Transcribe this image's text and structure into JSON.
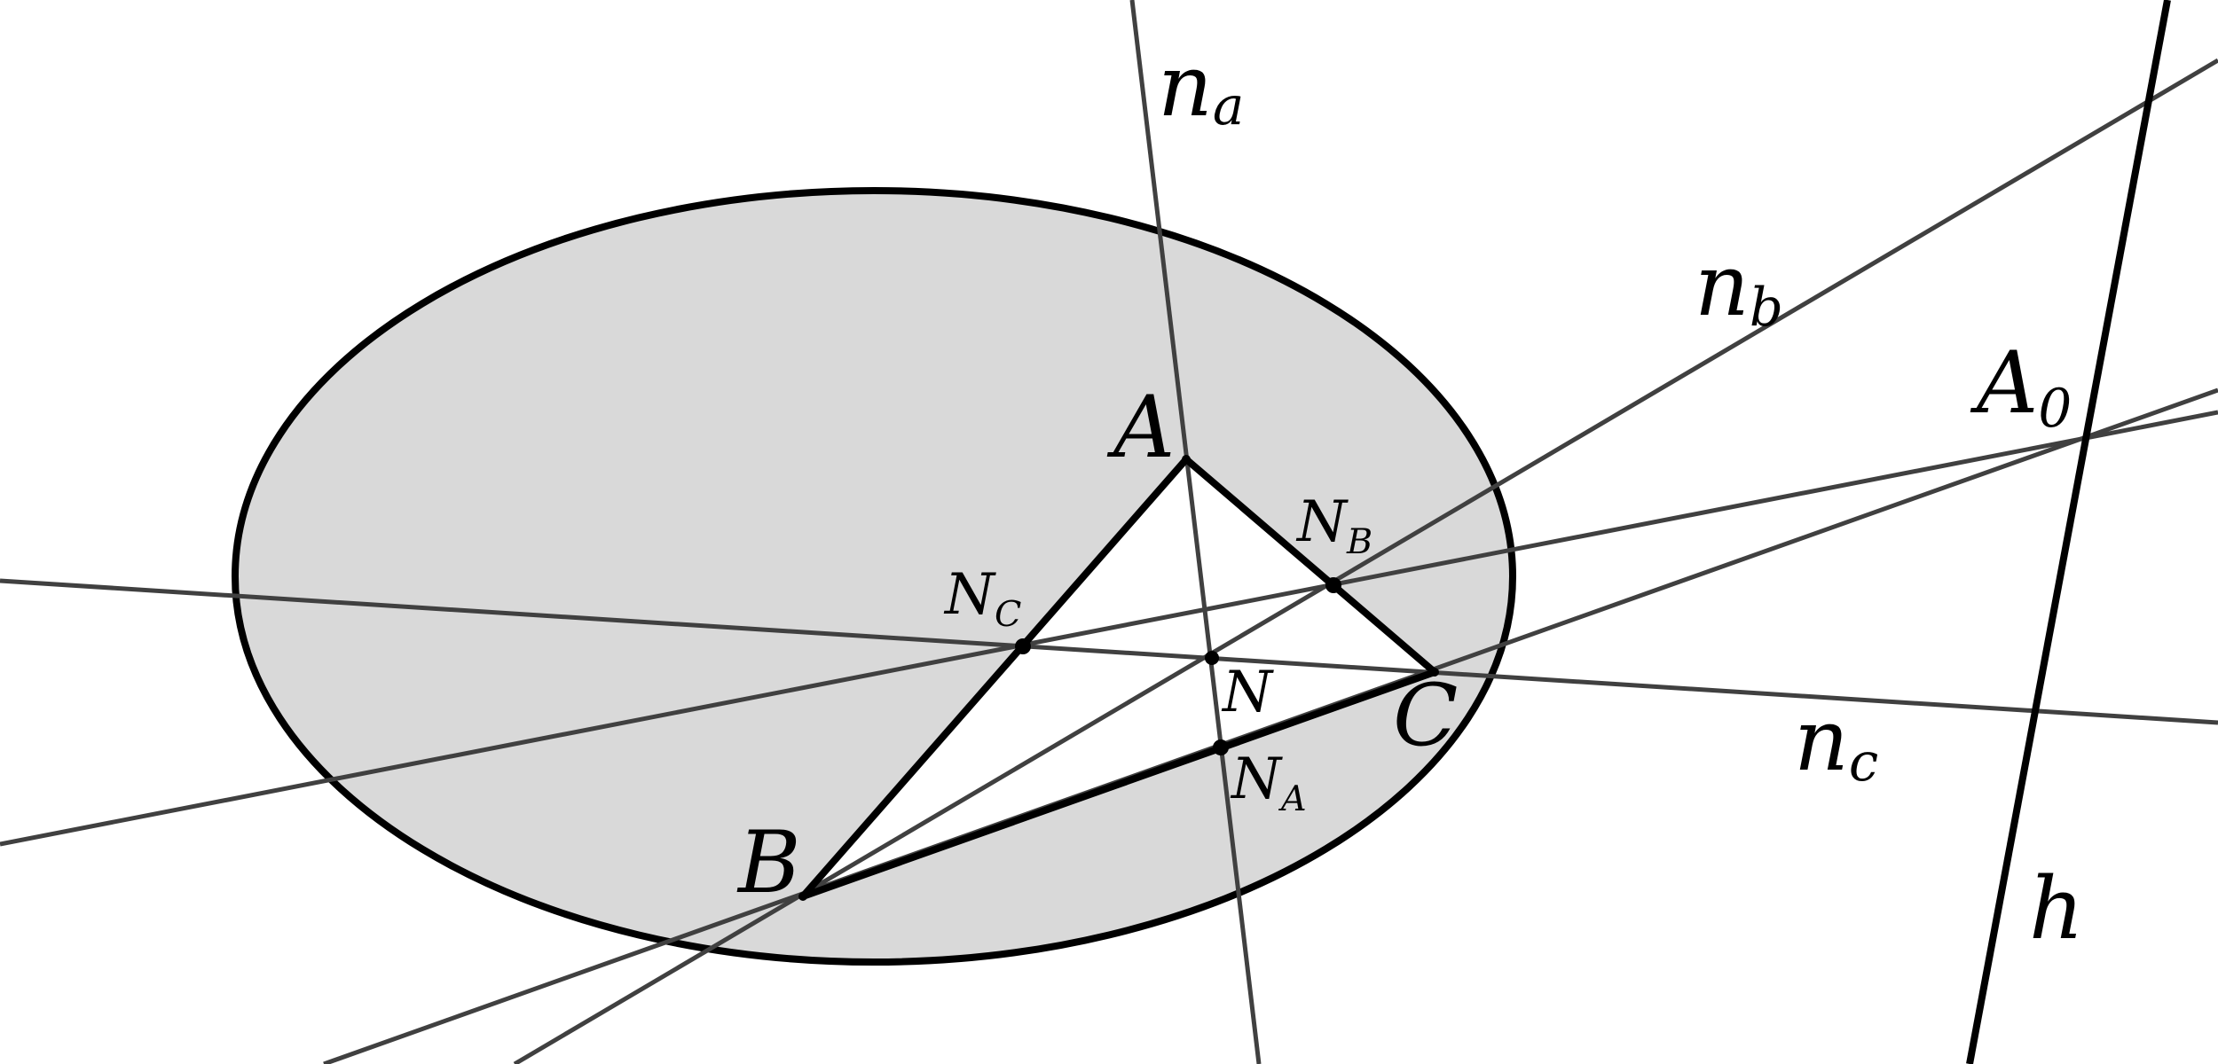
{
  "colors": {
    "background": "#ffffff",
    "ellipse_fill": "#d9d9d9",
    "stroke_main": "#000000",
    "stroke_line": "#404040"
  },
  "labels": {
    "A": "A",
    "B": "B",
    "C": "C",
    "N": "N",
    "N_A_base": "N",
    "N_A_sub": "A",
    "N_B_base": "N",
    "N_B_sub": "B",
    "N_C_base": "N",
    "N_C_sub": "C",
    "A0_base": "A",
    "A0_sub": "0",
    "n_a_base": "n",
    "n_a_sub": "a",
    "n_b_base": "n",
    "n_b_sub": "b",
    "n_c_base": "n",
    "n_c_sub": "c",
    "h": "h"
  }
}
